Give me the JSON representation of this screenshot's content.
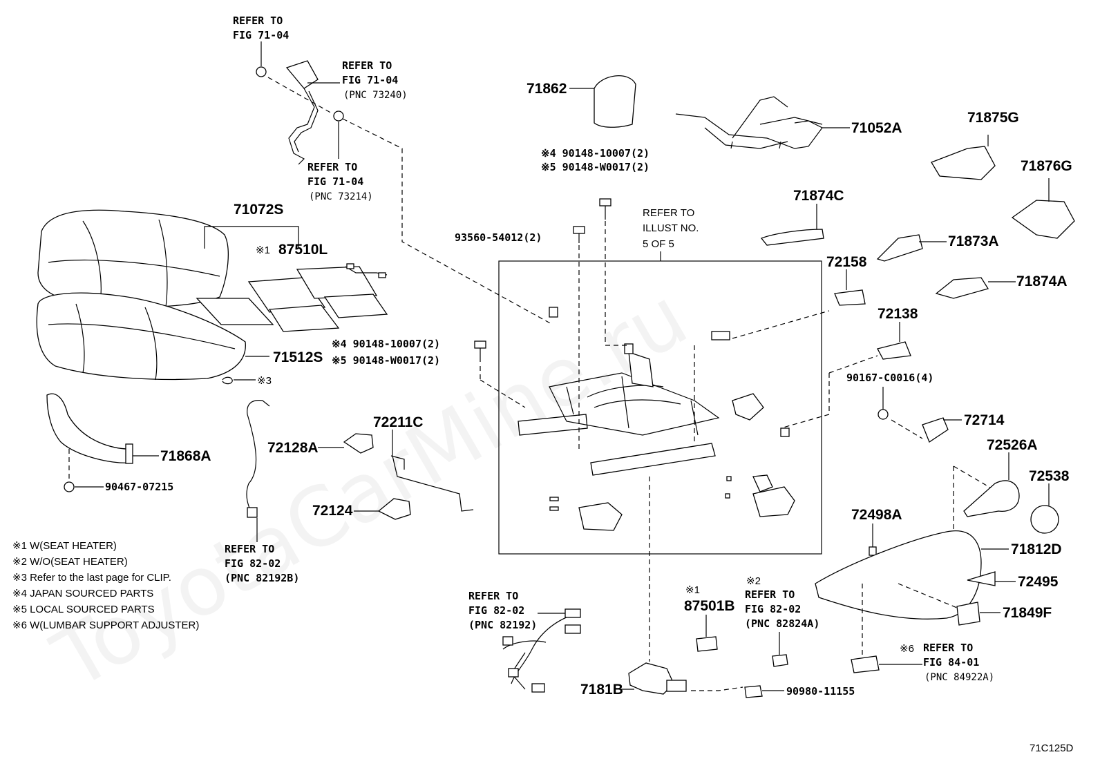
{
  "watermark": "ToyotaCarMine.ru",
  "diagram_code": "71C125D",
  "part_labels": {
    "p71072S": "71072S",
    "p87510L": "87510L",
    "p71512S": "71512S",
    "p71868A": "71868A",
    "p90467": "90467-07215",
    "p72128A": "72128A",
    "p72211C": "72211C",
    "p72124": "72124",
    "p71862": "71862",
    "p71052A": "71052A",
    "p71875G": "71875G",
    "p71876G": "71876G",
    "p71874C": "71874C",
    "p71873A": "71873A",
    "p72158": "72158",
    "p71874A": "71874A",
    "p72138": "72138",
    "p90167": "90167-C0016(4)",
    "p72714": "72714",
    "p72526A": "72526A",
    "p72538": "72538",
    "p72498A": "72498A",
    "p71812D": "71812D",
    "p72495": "72495",
    "p71849F": "71849F",
    "p87501B": "87501B",
    "p7181B": "7181B",
    "p90980": "90980-11155",
    "p93560": "93560-54012(2)"
  },
  "marks": {
    "m1_87510L": "※1",
    "m3_clip": "※3",
    "m1_87501B": "※1",
    "m2_ref": "※2",
    "m6_ref": "※6"
  },
  "refs": {
    "top_refer": "REFER TO",
    "top_fig": "FIG 71-04",
    "belt_refer": "REFER TO",
    "belt_fig": "FIG 71-04",
    "belt_pnc": "(PNC 73240)",
    "anchor_refer": "REFER TO",
    "anchor_fig": "FIG 71-04",
    "anchor_pnc": "(PNC 73214)",
    "harness_refer": "REFER TO",
    "harness_fig": "FIG 82-02",
    "harness_pnc": "(PNC 82192B)",
    "wire_refer": "REFER TO",
    "wire_fig": "FIG 82-02",
    "wire_pnc": "(PNC 82192)",
    "sw_refer": "REFER TO",
    "sw_fig": "FIG 82-02",
    "sw_pnc": "(PNC 82824A)",
    "lumbar_refer": "REFER TO",
    "lumbar_fig": "FIG 84-01",
    "lumbar_pnc": "(PNC 84922A)",
    "illust_1": "REFER TO",
    "illust_2": "ILLUST NO.",
    "illust_3": "5 OF 5"
  },
  "bolts": {
    "center_4": "※4 90148-10007(2)",
    "center_5": "※5 90148-W0017(2)",
    "left_4": "※4 90148-10007(2)",
    "left_5": "※5 90148-W0017(2)"
  },
  "notes": [
    "※1 W(SEAT HEATER)",
    "※2 W/O(SEAT HEATER)",
    "※3 Refer to the last page for CLIP.",
    "※4 JAPAN SOURCED PARTS",
    "※5 LOCAL SOURCED PARTS",
    "※6 W(LUMBAR SUPPORT ADJUSTER)"
  ]
}
